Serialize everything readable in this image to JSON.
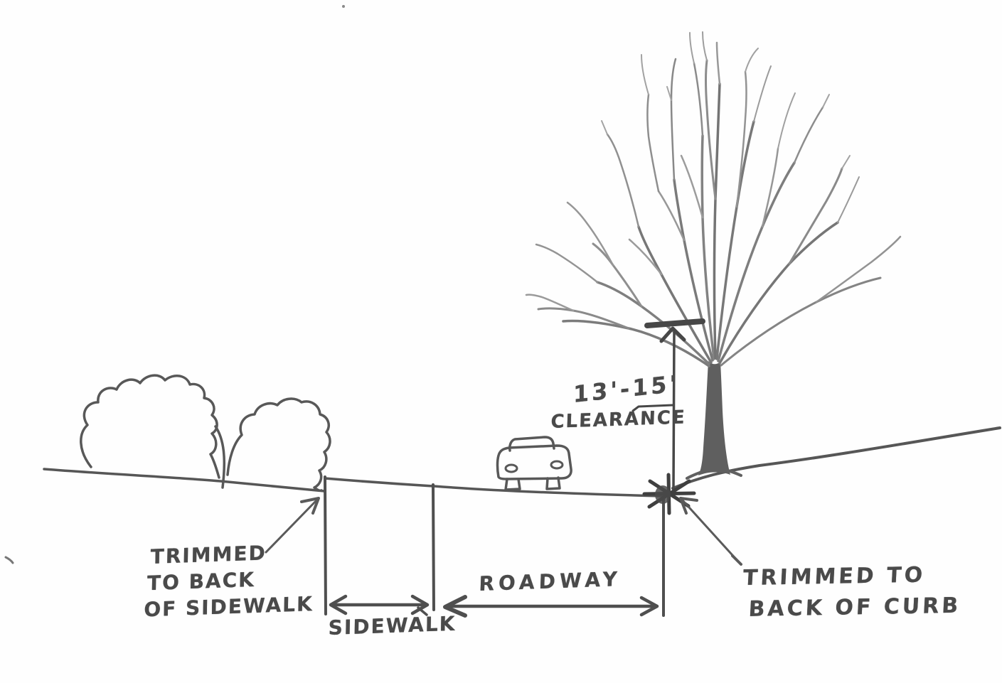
{
  "labels": {
    "clearance_value": "13'-15'",
    "clearance_word": "CLEARANCE",
    "trimmed_to_back_of_sidewalk": {
      "line1": "TRIMMED",
      "line2": "TO BACK",
      "line3": "OF SIDEWALK"
    },
    "sidewalk": "SIDEWALK",
    "roadway": "ROADWAY",
    "trimmed_to_back_of_curb": {
      "line1": "TRIMMED TO",
      "line2": "BACK OF CURB"
    }
  },
  "colors": {
    "ink": "#4a4a4a",
    "pencil_dark": "#565656",
    "pencil_light": "#9a9a9a",
    "paper": "#fefefe"
  }
}
